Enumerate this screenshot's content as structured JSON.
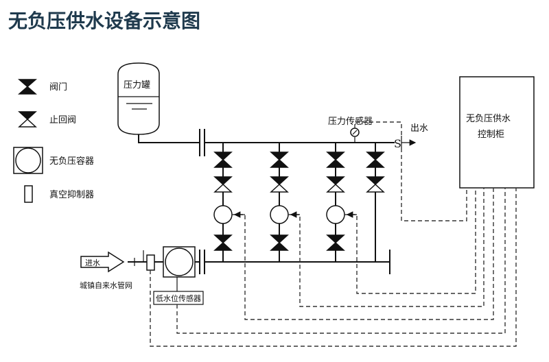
{
  "title": "无负压供水设备示意图",
  "legend": {
    "valve": "阀门",
    "check_valve": "止回阀",
    "vessel": "无负压容器",
    "vacuum_suppressor": "真空抑制器"
  },
  "labels": {
    "pressure_tank": "压力罐",
    "pressure_sensor": "压力传感器",
    "water_out": "出水",
    "water_in": "进水",
    "municipal": "城镇自来水管网",
    "low_level_sensor": "低水位传感器",
    "cabinet_line1": "无负压供水",
    "cabinet_line2": "控制柜",
    "sensor_letter": "S"
  }
}
